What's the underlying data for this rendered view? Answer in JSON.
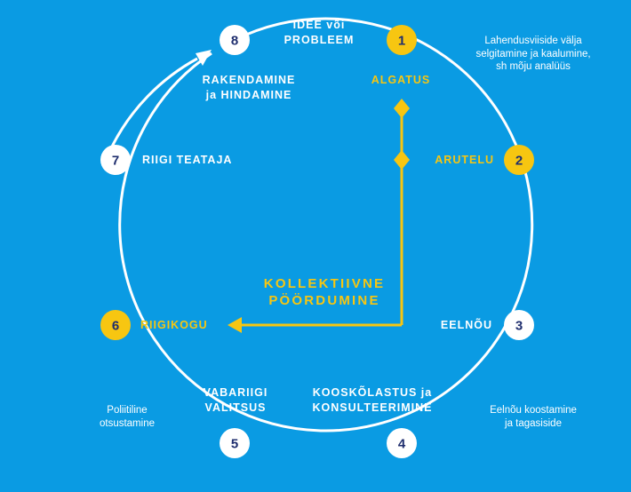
{
  "colors": {
    "background": "#0a9be3",
    "accent": "#f7c611",
    "node_white": "#ffffff",
    "node_text": "#1f2e6e"
  },
  "nodes": [
    {
      "number": "1",
      "label": "ALGATUS",
      "highlight": true
    },
    {
      "number": "2",
      "label": "ARUTELU",
      "highlight": true
    },
    {
      "number": "3",
      "label": "EELNÕU",
      "highlight": false
    },
    {
      "number": "4",
      "label_lines": [
        "KOOSKÕLASTUS ja",
        "KONSULTEERIMINE"
      ],
      "highlight": false
    },
    {
      "number": "5",
      "label_lines": [
        "VABARIIGI",
        "VALITSUS"
      ],
      "highlight": false
    },
    {
      "number": "6",
      "label": "RIIGIKOGU",
      "highlight": true
    },
    {
      "number": "7",
      "label": "RIIGI TEATAJA",
      "highlight": false
    },
    {
      "number": "8",
      "label_lines": [
        "RAKENDAMINE",
        "ja HINDAMINE"
      ],
      "highlight": false
    }
  ],
  "start_label_lines": [
    "IDEE või",
    "PROBLEEM"
  ],
  "notes": {
    "node1": [
      "Lahendusviiside välja",
      "selgitamine ja kaalumine,",
      "sh mõju analüüs"
    ],
    "node3": [
      "Eelnõu koostamine",
      "ja tagasiside"
    ],
    "node5": [
      "Poliitiline",
      "otsustamine"
    ]
  },
  "center_label_lines": [
    "KOLLEKTIIVNE",
    "PÖÖRDUMINE"
  ]
}
